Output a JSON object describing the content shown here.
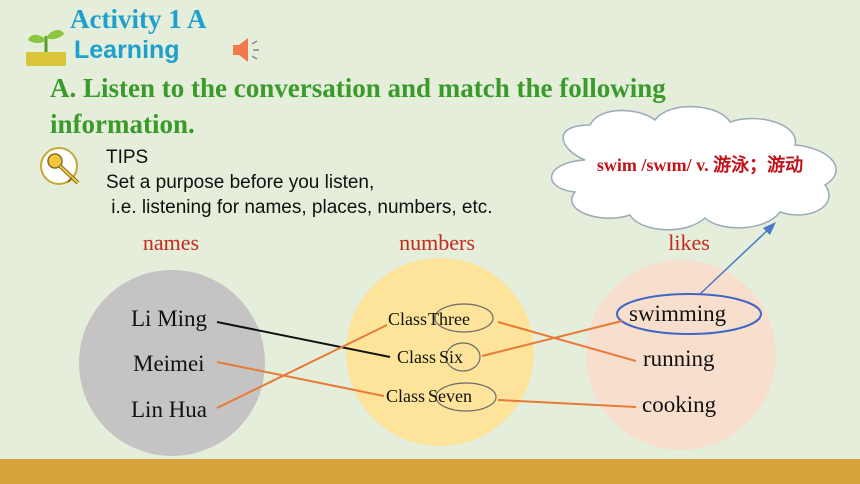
{
  "header": {
    "activity": "Activity 1 A",
    "learning": "Learning"
  },
  "heading": "A. Listen to the conversation and match the following information.",
  "tips": {
    "title": "TIPS",
    "line1": "Set a purpose before you listen,",
    "line2": " i.e. listening for names, places, numbers, etc."
  },
  "cloud": {
    "text": "swim /swɪm/ v. 游泳；游动"
  },
  "columns": {
    "names": {
      "label": "names",
      "items": [
        "Li Ming",
        "Meimei",
        "Lin Hua"
      ]
    },
    "numbers": {
      "label": "numbers",
      "prefix": "Class",
      "items": [
        "Three",
        "Six",
        "Seven"
      ]
    },
    "likes": {
      "label": "likes",
      "items": [
        "swimming",
        "running",
        "cooking"
      ]
    }
  },
  "colors": {
    "background": "#e4eedb",
    "title_blue": "#1ea0cf",
    "heading_green": "#3a9a2a",
    "category_red": "#c62a1e",
    "line_orange": "#e87a35",
    "footer": "#d6a43b"
  },
  "icons": [
    "sprout-icon",
    "speaker-icon",
    "key-icon",
    "cloud-shape"
  ]
}
